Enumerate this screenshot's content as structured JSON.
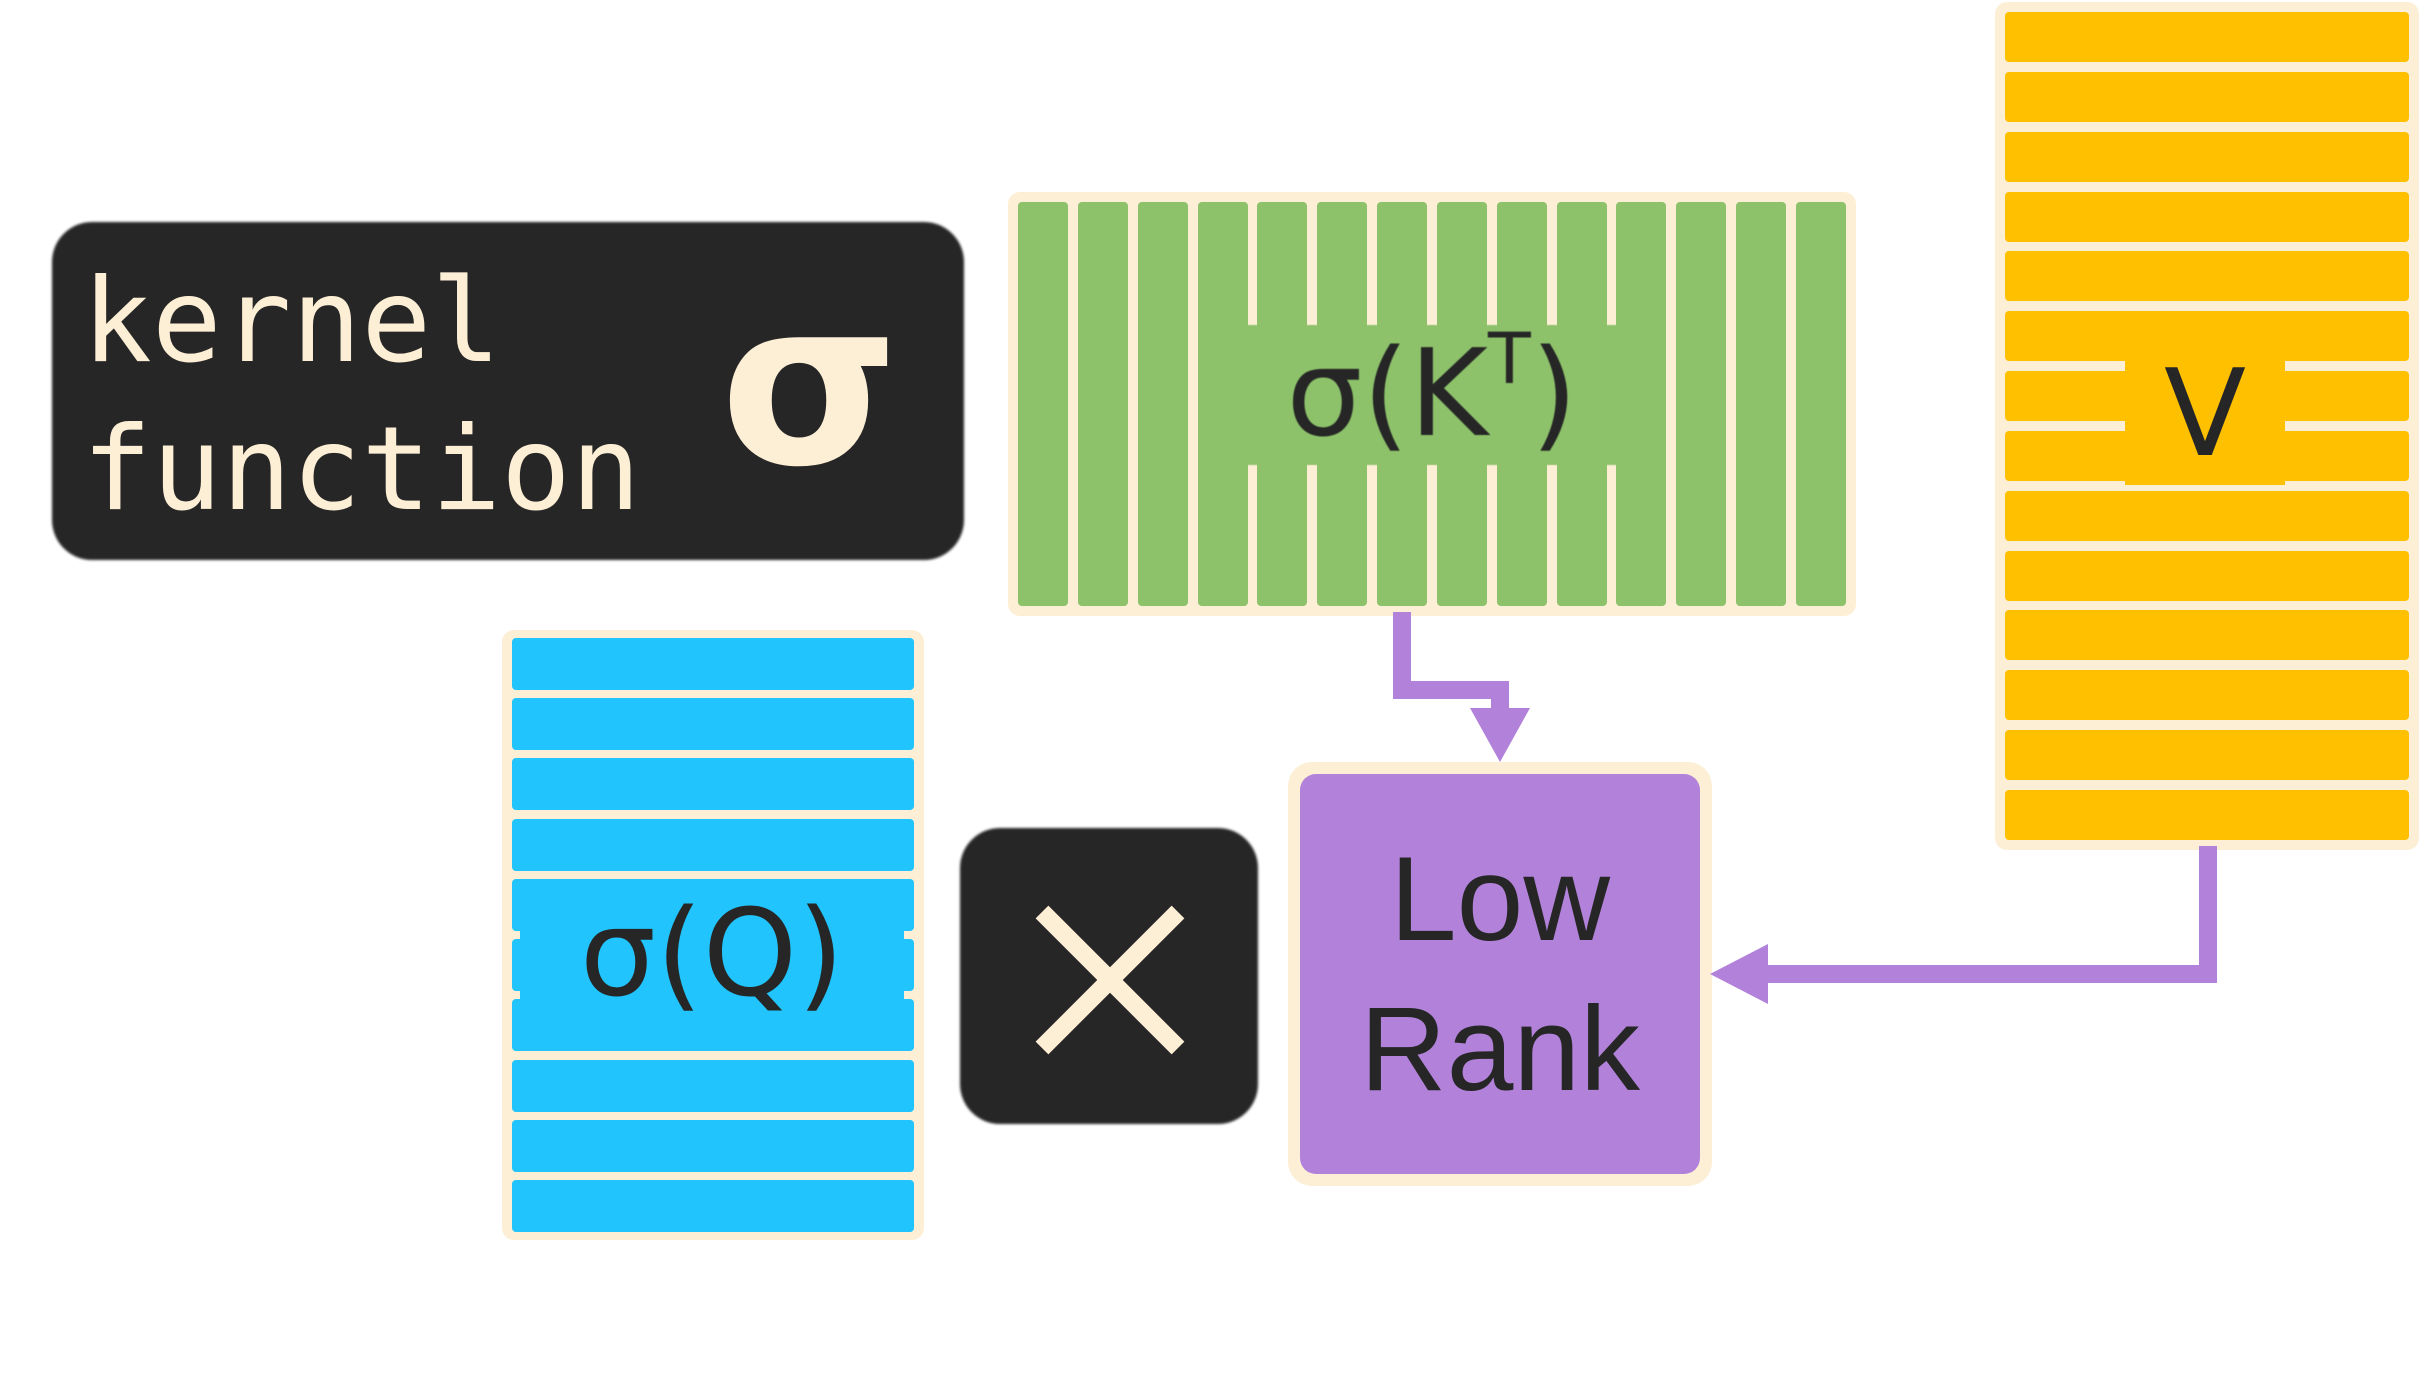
{
  "kernel": {
    "line1": "kernel",
    "line2": "function",
    "symbol": "σ"
  },
  "k_matrix": {
    "label_prefix": "σ(K",
    "label_sup": "T",
    "label_suffix": ")",
    "columns": 14,
    "color": "#8dc26a"
  },
  "v_matrix": {
    "label": "V",
    "rows": 14,
    "color": "#ffc000"
  },
  "q_matrix": {
    "label": "σ(Q)",
    "rows": 10,
    "color": "#21c4fc"
  },
  "operator": {
    "icon": "multiply-icon"
  },
  "low_rank": {
    "line1": "Low",
    "line2": "Rank",
    "color": "#b282da"
  },
  "colors": {
    "dark": "#262626",
    "cream": "#fdefd5",
    "arrow": "#b282da"
  }
}
